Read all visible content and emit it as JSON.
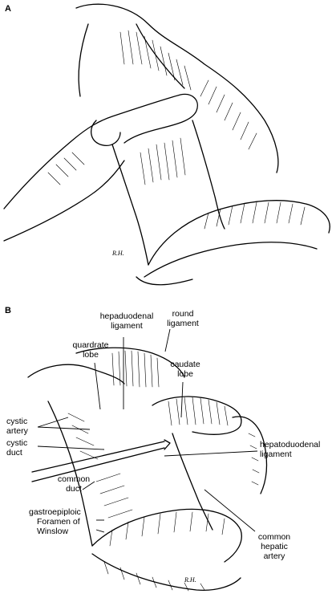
{
  "panels": [
    {
      "letter": "A"
    },
    {
      "letter": "B",
      "labels": {
        "hepaduodenal_1": "hepaduodenal",
        "hepaduodenal_2": "ligament",
        "round_1": "round",
        "round_2": "ligament",
        "quardrate_1": "quardrate",
        "quardrate_2": "lobe",
        "caudate_1": "caudate",
        "caudate_2": "lobe",
        "cystic_artery_1": "cystic",
        "cystic_artery_2": "artery",
        "cystic_duct_1": "cystic",
        "cystic_duct_2": "duct",
        "hepatoduodenal_1": "hepatoduodenal",
        "hepatoduodenal_2": "ligament",
        "common_duct_1": "common",
        "common_duct_2": "duct",
        "gastro": "gastroepiploic",
        "foramen_1": "Foramen of",
        "foramen_2": "Winslow",
        "cha_1": "common",
        "cha_2": "hepatic",
        "cha_3": "artery"
      }
    }
  ]
}
